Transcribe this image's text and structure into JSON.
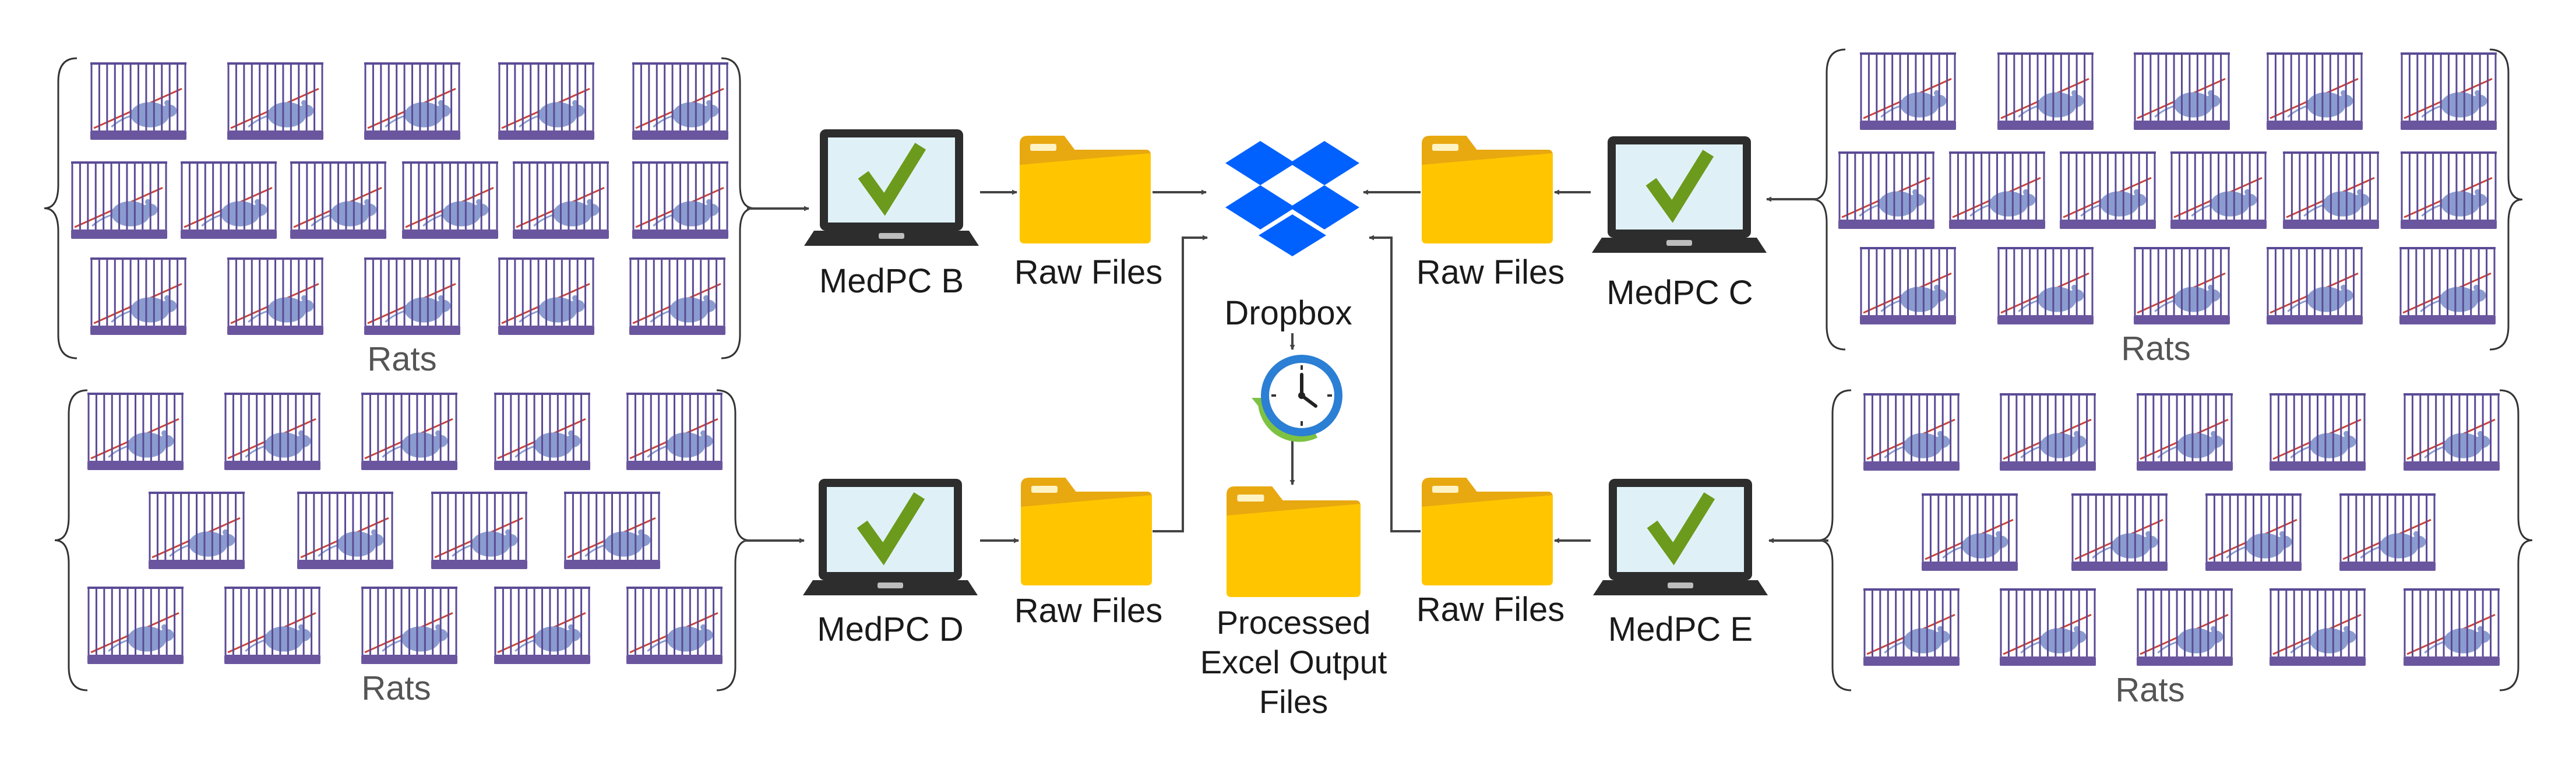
{
  "diagram": {
    "labels": {
      "rats": "Rats",
      "raw_files": "Raw Files",
      "dropbox": "Dropbox",
      "processed_lines": [
        "Processed",
        "Excel Output",
        "Files"
      ]
    },
    "computers": {
      "b": "MedPC B",
      "c": "MedPC C",
      "d": "MedPC D",
      "e": "MedPC E"
    },
    "icons": {
      "cage": "rat-cage-icon",
      "laptop": "laptop-icon",
      "check": "check-icon",
      "folder": "folder-icon",
      "dropbox": "dropbox-icon",
      "clock": "clock-icon",
      "arrow": "arrow-icon",
      "brace": "curly-brace-icon"
    },
    "colors": {
      "cage_bars": "#5b4a95",
      "cage_base": "#6a569e",
      "rat": "#8a9ccf",
      "cage_ramp": "#c9433a",
      "laptop_body": "#2d2d2d",
      "laptop_screen": "#dff1f7",
      "check": "#6c9a1c",
      "folder": "#ffc600",
      "folder_tab": "#e8a810",
      "dropbox": "#0061fe",
      "clock_ring": "#2b7fd4",
      "clock_arrow": "#7dc242",
      "line": "#444444",
      "text": "#1a1a1a",
      "rats_text": "#555555"
    }
  }
}
